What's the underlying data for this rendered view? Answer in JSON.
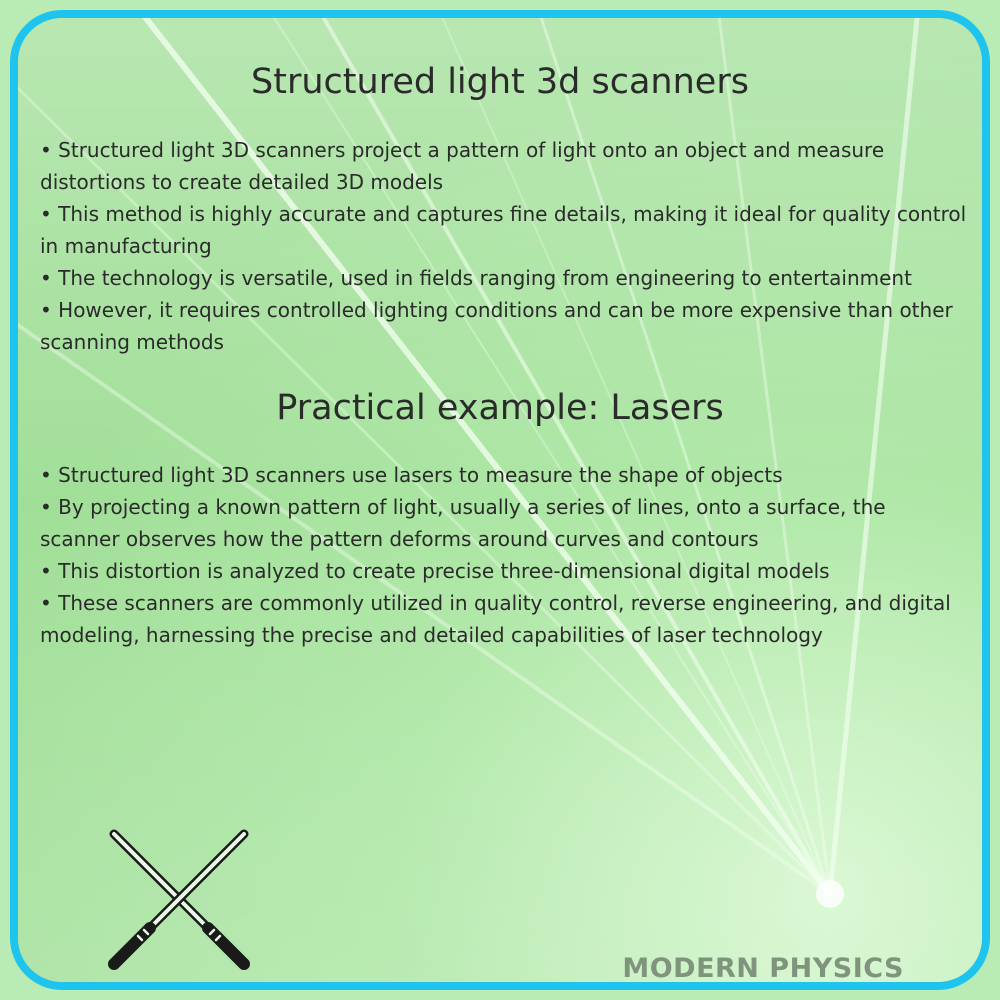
{
  "section1": {
    "title": "Structured light 3d scanners",
    "bullets": [
      "Structured light 3D scanners project a pattern of light onto an object and measure distortions to create detailed 3D models",
      "This method is highly accurate and captures fine details, making it ideal for quality control in manufacturing",
      "The technology is versatile, used in fields ranging from engineering to entertainment",
      "However, it requires controlled lighting conditions and can be more expensive than other scanning methods"
    ]
  },
  "section2": {
    "title": "Practical example: Lasers",
    "bullets": [
      "Structured light 3D scanners use lasers to measure the shape of objects",
      "By projecting a known pattern of light, usually a series of lines, onto a surface, the scanner observes how the pattern deforms around curves and contours",
      "This distortion is analyzed to create precise three-dimensional digital models",
      "These scanners are commonly utilized in quality control, reverse engineering, and digital modeling, harnessing the precise and detailed capabilities of laser technology"
    ]
  },
  "brand": {
    "name": "MODERN PHYSICS",
    "icon": "crossed-lightsabers-icon"
  },
  "colors": {
    "border": "#1ec3ee",
    "background": "#a8e4a0",
    "text": "#2b2b2b",
    "brand_text": "#7c8f79"
  }
}
